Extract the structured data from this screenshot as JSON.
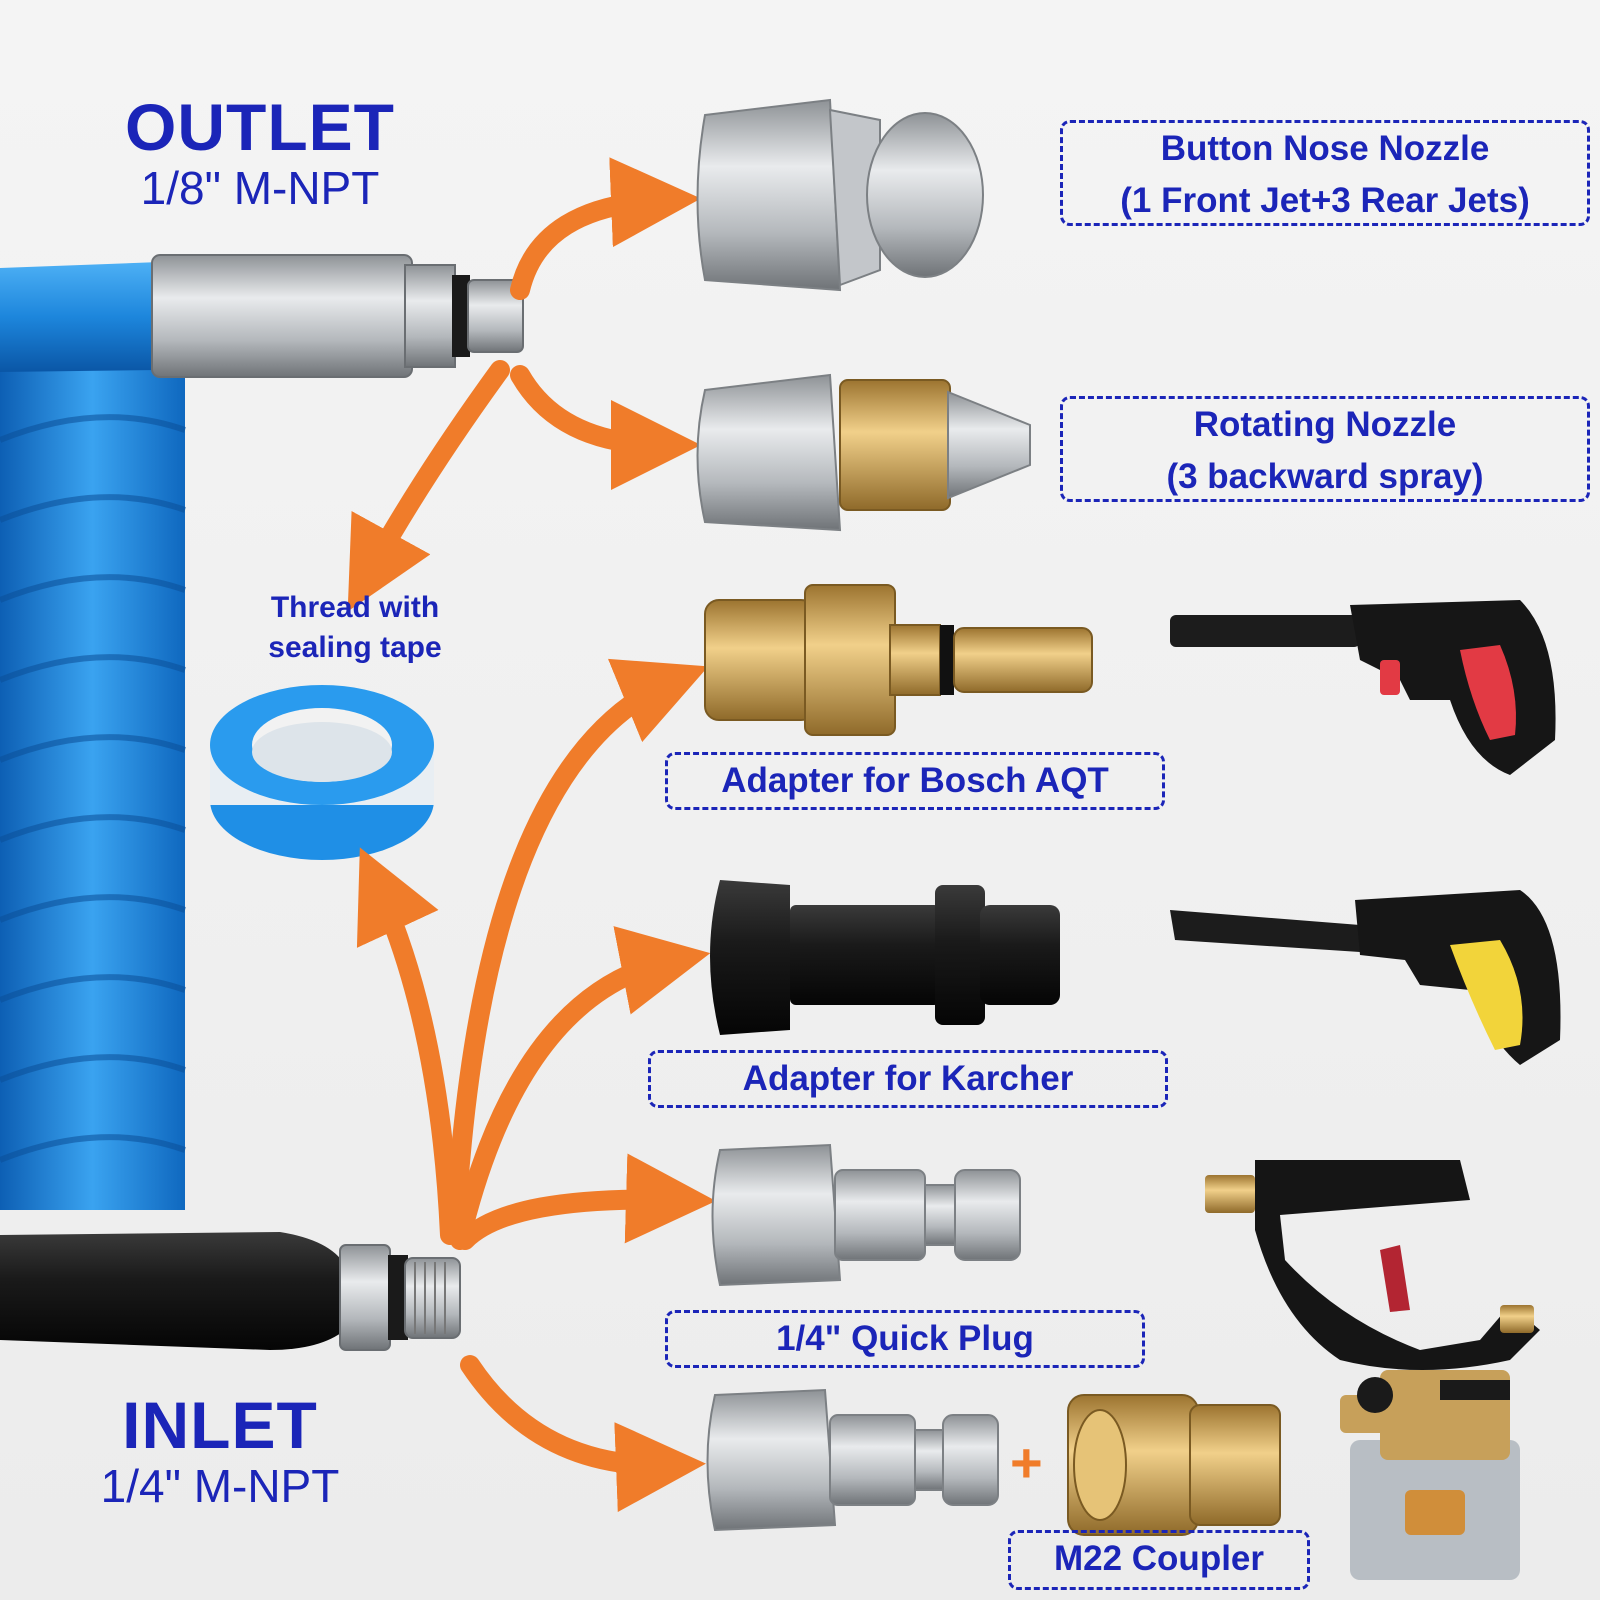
{
  "outlet": {
    "title": "OUTLET",
    "thread": "1/8\" M-NPT"
  },
  "inlet": {
    "title": "INLET",
    "thread": "1/4\" M-NPT"
  },
  "tape": {
    "label_line1": "Thread with",
    "label_line2": "sealing tape"
  },
  "items": {
    "button_nose": {
      "line1": "Button Nose Nozzle",
      "line2": "(1 Front Jet+3 Rear Jets)"
    },
    "rotating": {
      "line1": "Rotating Nozzle",
      "line2": "(3 backward spray)"
    },
    "bosch": {
      "label": "Adapter for Bosch AQT"
    },
    "karcher": {
      "label": "Adapter for Karcher"
    },
    "quick_plug": {
      "label": "1/4\" Quick Plug"
    },
    "m22": {
      "label": "M22 Coupler",
      "plus": "+"
    }
  },
  "colors": {
    "label_blue": "#1b25b8",
    "arrow_orange": "#f07c2a",
    "hose_blue": "#1e8be0",
    "brass": "#caa35a",
    "steel": "#c9ccd0"
  },
  "icons": [
    "hose-coil-icon",
    "teflon-tape-icon",
    "nozzle-icon",
    "adapter-icon",
    "spray-gun-icon",
    "pump-icon",
    "arrow-icon"
  ]
}
